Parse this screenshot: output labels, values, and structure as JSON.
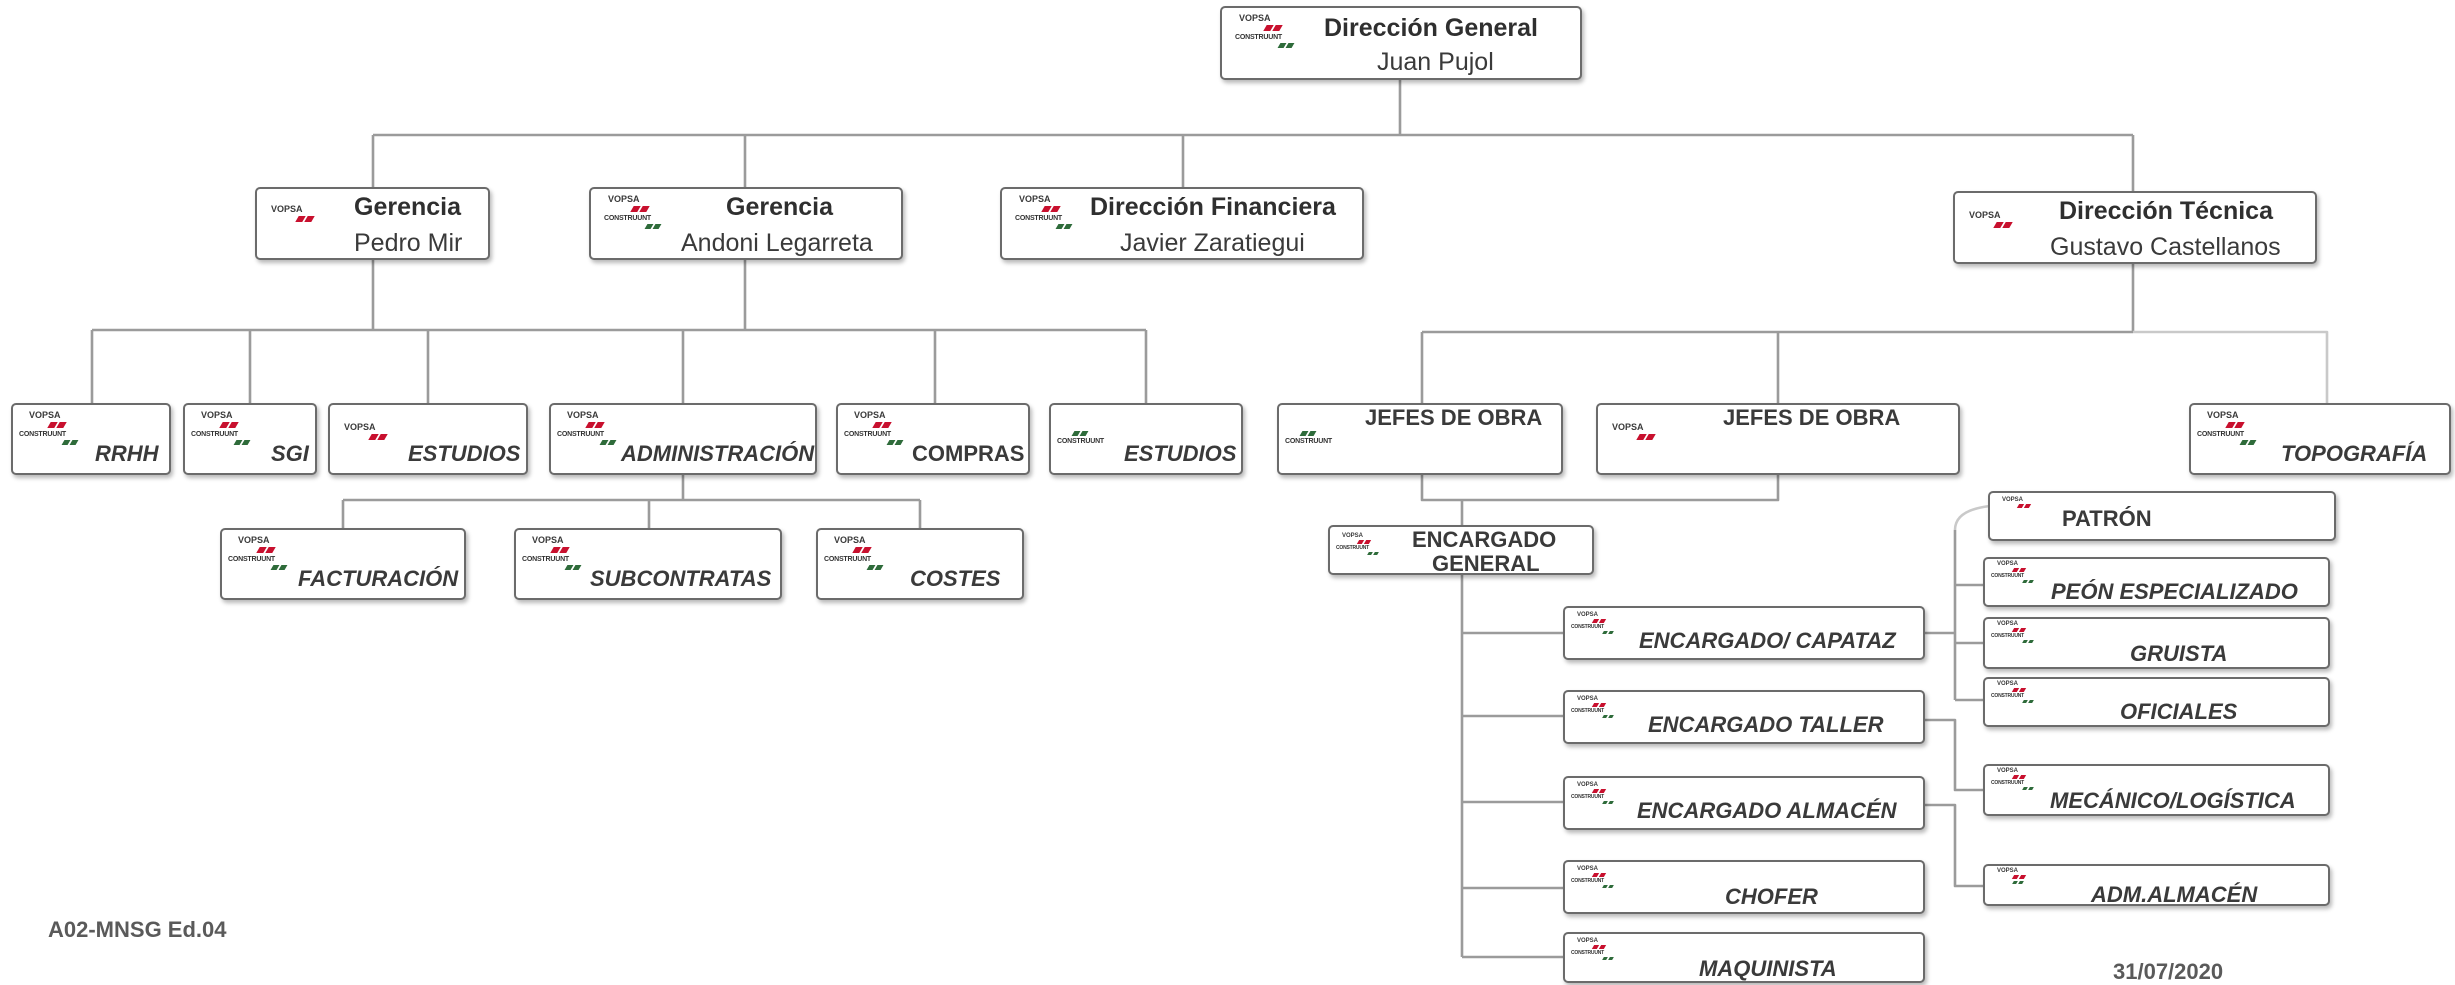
{
  "logo": {
    "brand": "VOPSA",
    "sub": "CONSTRUUNT",
    "red": "#c8102e",
    "green": "#2e6b3a"
  },
  "top": {
    "direccion_general": {
      "title": "Dirección General",
      "name": "Juan Pujol"
    }
  },
  "level2": {
    "gerencia_1": {
      "title": "Gerencia",
      "name": "Pedro Mir"
    },
    "gerencia_2": {
      "title": "Gerencia",
      "name": "Andoni Legarreta"
    },
    "direccion_financiera": {
      "title": "Dirección Financiera",
      "name": "Javier Zaratiegui"
    },
    "direccion_tecnica": {
      "title": "Dirección Técnica",
      "name": "Gustavo Castellanos"
    }
  },
  "departments": {
    "rrhh": "RRHH",
    "sgi": "SGI",
    "estudios_1": "ESTUDIOS",
    "administracion": "ADMINISTRACIÓN",
    "compras": "COMPRAS",
    "estudios_2": "ESTUDIOS",
    "jefes_obra_1": "JEFES DE OBRA",
    "jefes_obra_2": "JEFES DE OBRA",
    "topografia": "TOPOGRAFÍA"
  },
  "admin_children": {
    "facturacion": "FACTURACIÓN",
    "subcontratas": "SUBCONTRATAS",
    "costes": "COSTES"
  },
  "site": {
    "encargado_general_1": "ENCARGADO",
    "encargado_general_2": "GENERAL",
    "encargado_capataz": "ENCARGADO/ CAPATAZ",
    "encargado_taller": "ENCARGADO TALLER",
    "encargado_almacen": "ENCARGADO ALMACÉN",
    "chofer": "CHOFER",
    "maquinista": "MAQUINISTA"
  },
  "workers": {
    "patron": "PATRÓN",
    "peon": "PEÓN ESPECIALIZADO",
    "gruista": "GRUISTA",
    "oficiales": "OFICIALES",
    "mecanico": "MECÁNICO/LOGÍSTICA",
    "adm_almacen": "ADM.ALMACÉN"
  },
  "footer": {
    "doc_code": "A02-MNSG Ed.04",
    "date": "31/07/2020"
  }
}
